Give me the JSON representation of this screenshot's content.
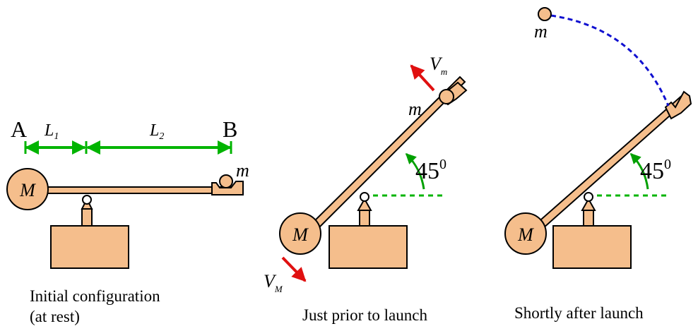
{
  "colors": {
    "fill": "#F5BE8C",
    "stroke": "#000000",
    "dimension_green": "#00B400",
    "angle_green": "#00A000",
    "velocity_red": "#E01010",
    "trajectory_blue": "#1010D0"
  },
  "panel1": {
    "point_a": "A",
    "point_b": "B",
    "length_1": "L",
    "length_1_sub": "1",
    "length_2": "L",
    "length_2_sub": "2",
    "counterweight": "M",
    "projectile": "m",
    "caption_line1": "Initial configuration",
    "caption_line2": "(at rest)"
  },
  "panel2": {
    "counterweight": "M",
    "projectile": "m",
    "velocity_m": "V",
    "velocity_m_sub": "m",
    "velocity_M": "V",
    "velocity_M_sub": "M",
    "angle": "45",
    "angle_sup": "0",
    "caption": "Just prior to launch"
  },
  "panel3": {
    "counterweight": "M",
    "projectile": "m",
    "angle": "45",
    "angle_sup": "0",
    "caption": "Shortly after launch"
  }
}
